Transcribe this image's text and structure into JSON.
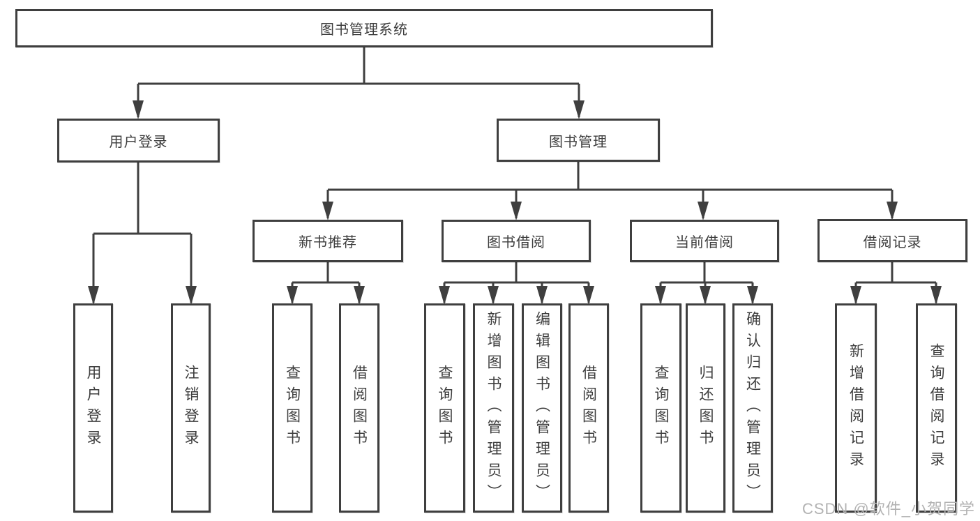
{
  "tree": {
    "root": {
      "label": "图书管理系统"
    },
    "branches": [
      {
        "label": "用户登录",
        "children": [
          {
            "label": "用户登录"
          },
          {
            "label": "注销登录"
          }
        ]
      },
      {
        "label": "图书管理",
        "children": [
          {
            "label": "新书推荐",
            "children": [
              {
                "label": "查询图书"
              },
              {
                "label": "借阅图书"
              }
            ]
          },
          {
            "label": "图书借阅",
            "children": [
              {
                "label": "查询图书"
              },
              {
                "label": "新增图书（管理员）"
              },
              {
                "label": "编辑图书（管理员）"
              },
              {
                "label": "借阅图书"
              }
            ]
          },
          {
            "label": "当前借阅",
            "children": [
              {
                "label": "查询图书"
              },
              {
                "label": "归还图书"
              },
              {
                "label": "确认归还（管理员）"
              }
            ]
          },
          {
            "label": "借阅记录",
            "children": [
              {
                "label": "新增借阅记录"
              },
              {
                "label": "查询借阅记录"
              }
            ]
          }
        ]
      }
    ]
  },
  "watermark": {
    "text": "CSDN @软件_小贺同学"
  },
  "colors": {
    "line": "#3f3f3f",
    "text": "#3d3d3d",
    "watermark": "#b2b2b2",
    "background": "#ffffff"
  }
}
